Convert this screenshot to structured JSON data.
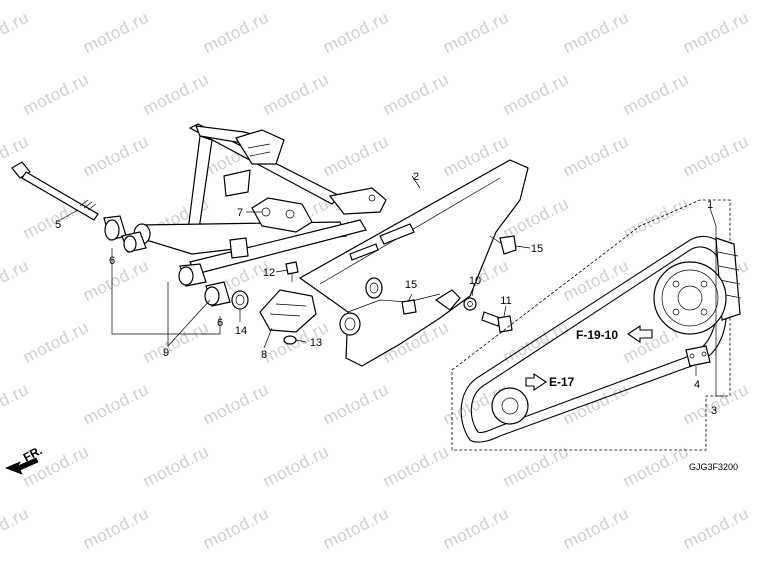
{
  "watermark": {
    "text": "motod.ru"
  },
  "callouts": {
    "n1": "1",
    "n2": "2",
    "n3": "3",
    "n4": "4",
    "n5": "5",
    "n6a": "6",
    "n6b": "6",
    "n7": "7",
    "n8": "8",
    "n9": "9",
    "n10": "10",
    "n11": "11",
    "n12": "12",
    "n13": "13",
    "n14": "14",
    "n15a": "15",
    "n15b": "15"
  },
  "references": {
    "f19": "F-19-10",
    "e17": "E-17"
  },
  "direction": {
    "label": "FR."
  },
  "diagram_code": "GJG3F3200",
  "colors": {
    "line": "#000000",
    "watermark": "#cfcfcf",
    "background": "#ffffff"
  }
}
